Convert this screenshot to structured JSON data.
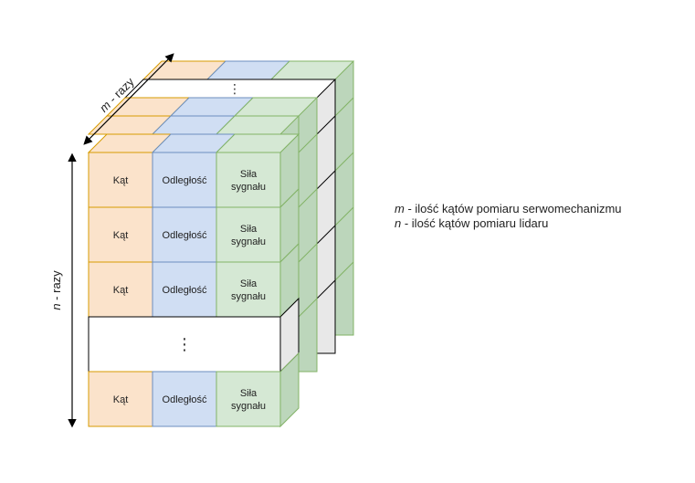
{
  "cells": {
    "angle": "Kąt",
    "distance": "Odległość",
    "signal_line1": "Siła",
    "signal_line2": "sygnału",
    "ellipsis": "⋮"
  },
  "axes": {
    "m_label_var": "m",
    "m_label_rest": " - razy",
    "n_label_var": "n",
    "n_label_rest": " - razy"
  },
  "legend": {
    "m_var": "m",
    "m_text": " - ilość kątów pomiaru serwomechanizmu",
    "n_var": "n",
    "n_text": " - ilość kątów pomiaru lidaru"
  },
  "colors": {
    "orange_fill": "#fbe3cb",
    "orange_stroke": "#d79b00",
    "blue_fill": "#d0def3",
    "blue_stroke": "#6c8ebf",
    "green_fill": "#d5e8d4",
    "green_stroke": "#82b366",
    "green_side": "#bcd6bb",
    "white_side": "#e8e8e8"
  }
}
